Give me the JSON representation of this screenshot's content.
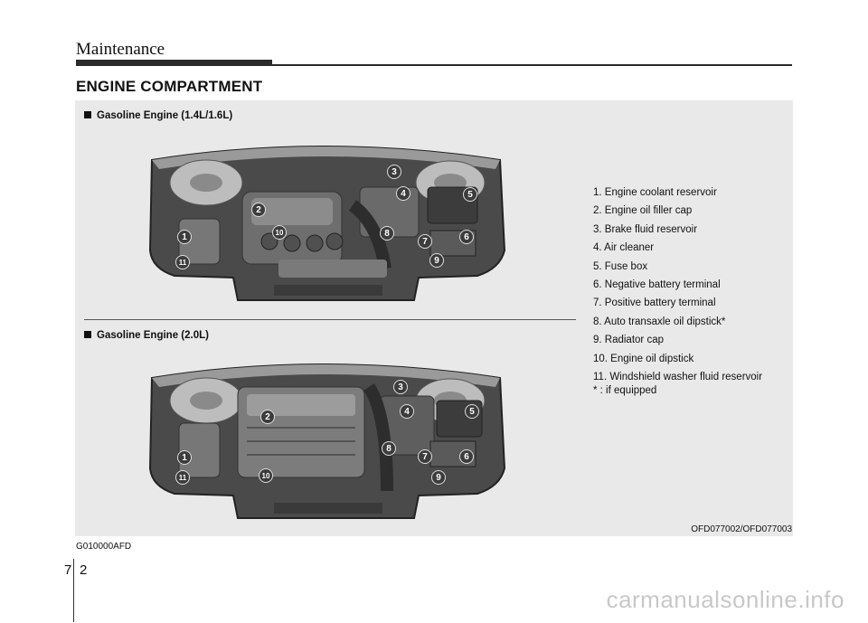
{
  "header": {
    "title": "Maintenance"
  },
  "section": {
    "title": "ENGINE COMPARTMENT"
  },
  "figures": [
    {
      "label": "Gasoline Engine (1.4L/1.6L)",
      "callouts": [
        "1",
        "2",
        "3",
        "4",
        "5",
        "6",
        "7",
        "8",
        "9",
        "10",
        "11"
      ]
    },
    {
      "label": "Gasoline Engine (2.0L)",
      "callouts": [
        "1",
        "2",
        "3",
        "4",
        "5",
        "6",
        "7",
        "8",
        "9",
        "10",
        "11"
      ]
    }
  ],
  "legend": {
    "items": [
      "1. Engine coolant reservoir",
      "2. Engine oil filler cap",
      "3. Brake fluid reservoir",
      "4. Air cleaner",
      "5. Fuse box",
      "6. Negative battery terminal",
      "7. Positive battery terminal",
      "8. Auto transaxle oil dipstick*",
      "9. Radiator cap",
      "10. Engine oil dipstick",
      "11. Windshield washer fluid reservoir"
    ],
    "footnote": "* : if equipped"
  },
  "figure_code": "OFD077002/OFD077003",
  "ref_code": "G010000AFD",
  "page": {
    "chapter": "7",
    "number": "2"
  },
  "watermark": "carmanualsonline.info",
  "colors": {
    "panel": "#e9e9e9",
    "callout": "#3c3c3c",
    "rule": "#2a2a2a"
  }
}
